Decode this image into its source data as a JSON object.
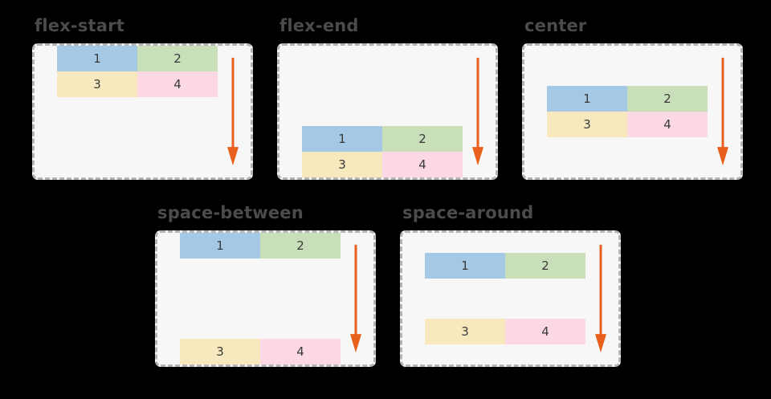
{
  "page": {
    "background_color": "#000000",
    "panel_background": "#f7f7f7",
    "panel_border_color": "#b4b4b4",
    "title_color": "#4b4b4b",
    "arrow_color": "#e8601c",
    "arrow_icon_name": "down-arrow-icon",
    "arrow_direction": "down"
  },
  "colors": {
    "blue": "#a5c8e4",
    "green": "#c9dfba",
    "yellow": "#f8e8bd",
    "pink": "#fbd8e4"
  },
  "items": [
    {
      "label": "1",
      "color_name": "blue"
    },
    {
      "label": "2",
      "color_name": "green"
    },
    {
      "label": "3",
      "color_name": "yellow"
    },
    {
      "label": "4",
      "color_name": "pink"
    }
  ],
  "panels": [
    {
      "title": "flex-start",
      "align_content": "flex-start",
      "items": [
        {
          "label": "1",
          "color_name": "blue"
        },
        {
          "label": "2",
          "color_name": "green"
        },
        {
          "label": "3",
          "color_name": "yellow"
        },
        {
          "label": "4",
          "color_name": "pink"
        }
      ]
    },
    {
      "title": "flex-end",
      "align_content": "flex-end",
      "items": [
        {
          "label": "1",
          "color_name": "blue"
        },
        {
          "label": "2",
          "color_name": "green"
        },
        {
          "label": "3",
          "color_name": "yellow"
        },
        {
          "label": "4",
          "color_name": "pink"
        }
      ]
    },
    {
      "title": "center",
      "align_content": "center",
      "items": [
        {
          "label": "1",
          "color_name": "blue"
        },
        {
          "label": "2",
          "color_name": "green"
        },
        {
          "label": "3",
          "color_name": "yellow"
        },
        {
          "label": "4",
          "color_name": "pink"
        }
      ]
    },
    {
      "title": "space-between",
      "align_content": "space-between",
      "items": [
        {
          "label": "1",
          "color_name": "blue"
        },
        {
          "label": "2",
          "color_name": "green"
        },
        {
          "label": "3",
          "color_name": "yellow"
        },
        {
          "label": "4",
          "color_name": "pink"
        }
      ]
    },
    {
      "title": "space-around",
      "align_content": "space-around",
      "items": [
        {
          "label": "1",
          "color_name": "blue"
        },
        {
          "label": "2",
          "color_name": "green"
        },
        {
          "label": "3",
          "color_name": "yellow"
        },
        {
          "label": "4",
          "color_name": "pink"
        }
      ]
    }
  ]
}
